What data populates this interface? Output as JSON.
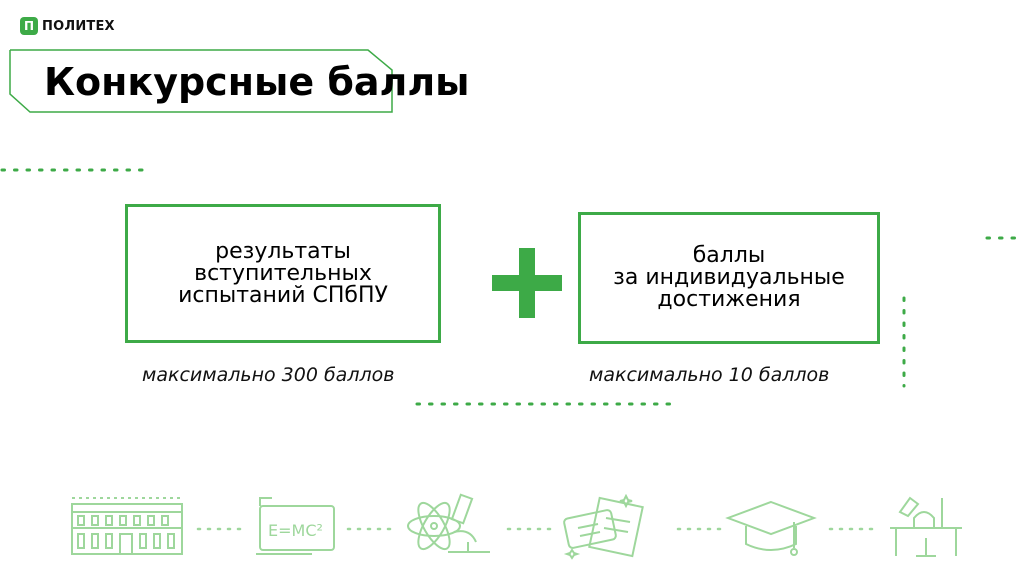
{
  "logo": {
    "mark": "П",
    "text": "ПОЛИТЕХ"
  },
  "title": "Конкурсные баллы",
  "box_left": {
    "text": "результаты\nвступительных\nиспытаний СПбПУ",
    "caption": "максимально 300 баллов"
  },
  "box_right": {
    "text": "баллы\nза индивидуальные\nдостижения",
    "caption": "максимально 10 баллов"
  },
  "colors": {
    "accent": "#3daa47",
    "icon_light": "#9ed79c"
  },
  "icons": [
    "university-building-icon",
    "emc2-board-icon",
    "atom-microscope-icon",
    "documents-icon",
    "graduation-cap-icon",
    "desk-lamp-icon"
  ]
}
